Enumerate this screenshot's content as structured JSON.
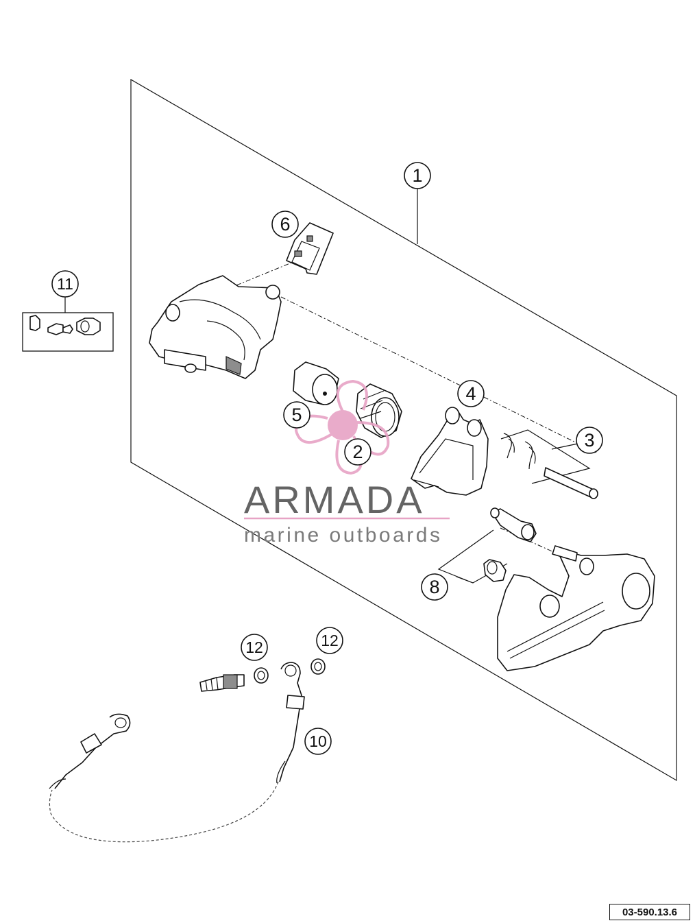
{
  "callouts": [
    {
      "label": "1"
    },
    {
      "label": "2"
    },
    {
      "label": "3"
    },
    {
      "label": "4"
    },
    {
      "label": "5"
    },
    {
      "label": "6"
    },
    {
      "label": "8"
    },
    {
      "label": "10"
    },
    {
      "label": "11"
    },
    {
      "label": "12"
    },
    {
      "label": "12"
    }
  ],
  "watermark": {
    "brand": "ARMADA",
    "tagline": "marine outboards",
    "colors": {
      "accent": "#e7a3c5",
      "text": "#646464"
    }
  },
  "reference_code": "03-590.13.6"
}
